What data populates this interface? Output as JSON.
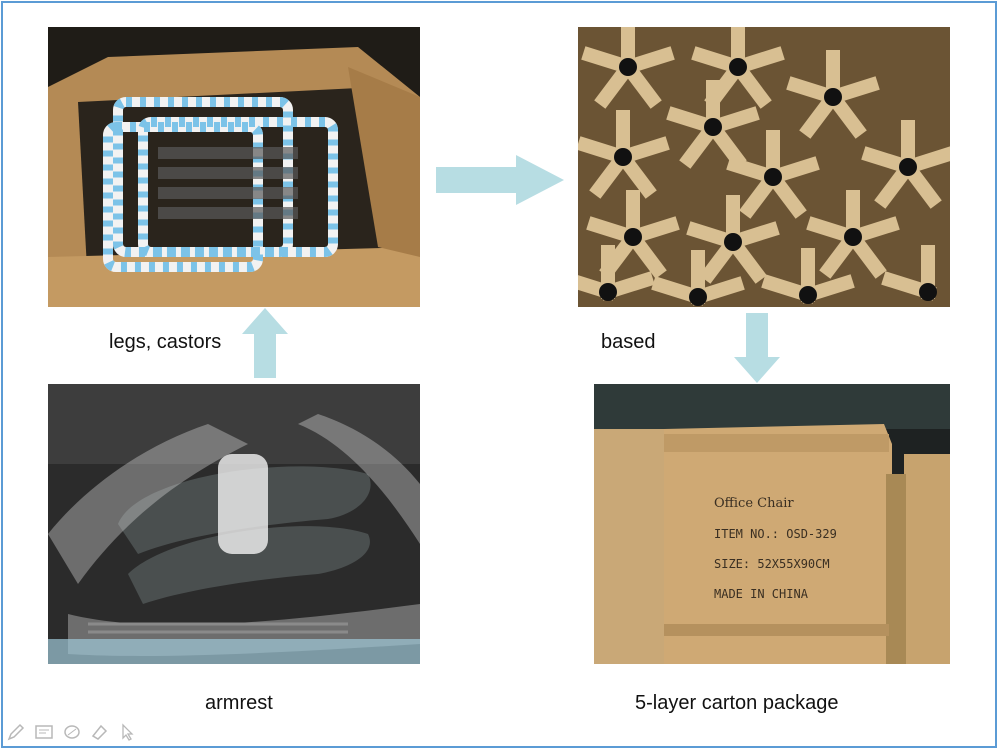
{
  "labels": {
    "legs": "legs, castors",
    "based": "based",
    "armrest": "armrest",
    "carton": "5-layer carton package"
  },
  "carton_print": {
    "line1": "Office Chair",
    "line2": "ITEM NO.: OSD-329",
    "line3": "SIZE: 52X55X90CM",
    "line4": "MADE IN CHINA"
  },
  "colors": {
    "border": "#5b9bd5",
    "arrow": "#b7dde3",
    "cardboard": "#c9a877",
    "dark": "#1a1a1a",
    "tape_blue": "#7cc3e8"
  },
  "toolbar": {
    "icons": [
      "pen-icon",
      "slide-icon",
      "eraser-icon",
      "highlighter-icon",
      "pointer-icon"
    ]
  }
}
